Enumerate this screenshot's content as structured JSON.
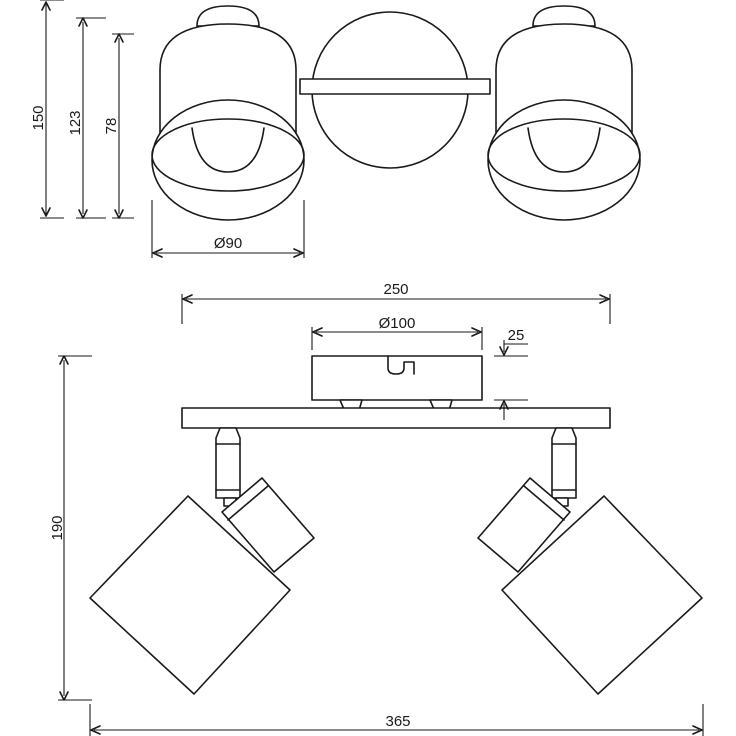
{
  "dimensions": {
    "height_150": "150",
    "height_123": "123",
    "height_78": "78",
    "shade_diameter": "Ø90",
    "rail_width": "250",
    "canopy_diameter": "Ø100",
    "canopy_depth": "25",
    "total_height": "190",
    "total_width": "365"
  },
  "colors": {
    "line": "#1a1a1a",
    "background": "#ffffff"
  }
}
